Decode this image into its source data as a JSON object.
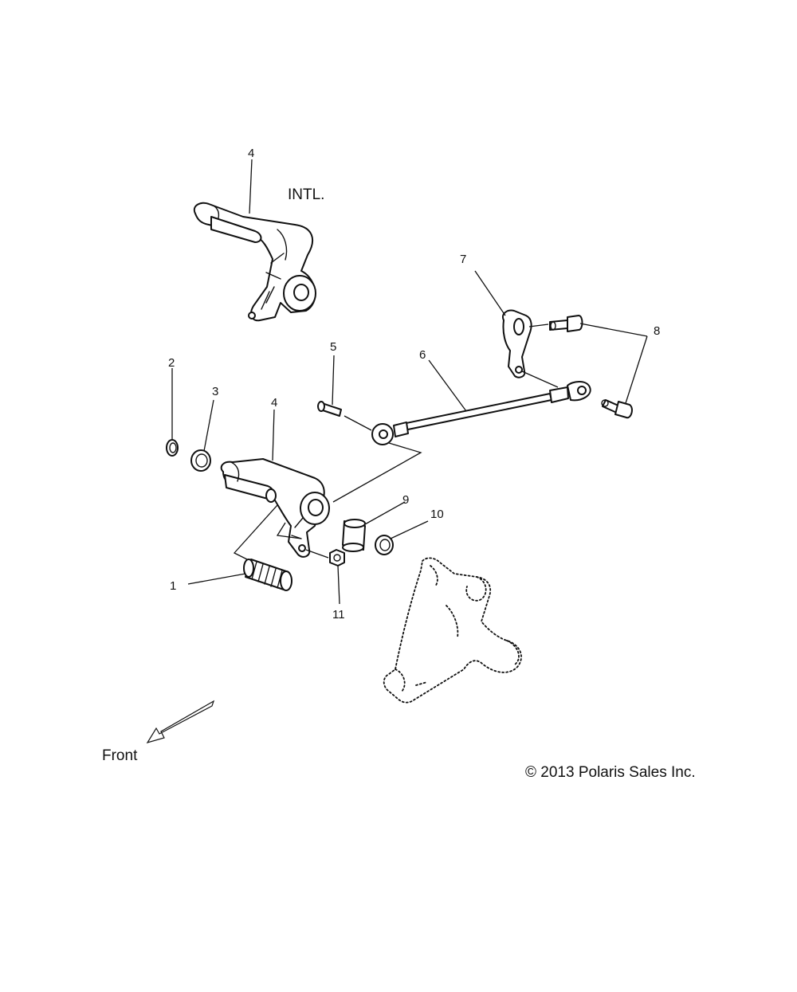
{
  "callouts": {
    "c1": "1",
    "c2": "2",
    "c3": "3",
    "c4_top": "4",
    "c4_mid": "4",
    "c5": "5",
    "c6": "6",
    "c7": "7",
    "c8": "8",
    "c9": "9",
    "c10": "10",
    "c11": "11"
  },
  "annotations": {
    "intl": "INTL.",
    "front": "Front",
    "copyright": "© 2013 Polaris Sales Inc."
  }
}
